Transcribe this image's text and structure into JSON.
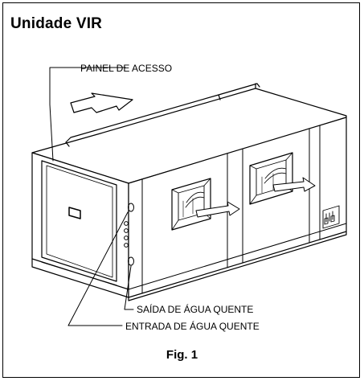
{
  "title": "Unidade VIR",
  "labels": {
    "access_panel": "PAINEL DE ACESSO",
    "hot_water_outlet": "SAÍDA DE ÁGUA QUENTE",
    "hot_water_inlet": "ENTRADA DE ÁGUA QUENTE"
  },
  "caption": "Fig. 1"
}
